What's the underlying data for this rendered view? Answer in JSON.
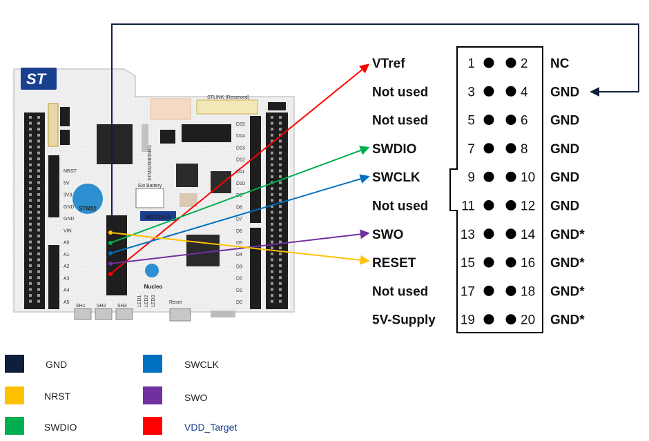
{
  "board": {
    "model_label": "MB1355A",
    "brand_text": "Nucleo",
    "mcu_label": "STM32",
    "chip_marking": "STM32WB55RG",
    "stlink_label": "STLINK (Reserved)",
    "battery_label": "Ext Battery",
    "reset_label": "Reset",
    "buttons": [
      "SH1",
      "SH2",
      "SH3"
    ],
    "leds": [
      "LED1",
      "LED2",
      "LED3"
    ],
    "left_labels": [
      "NRST",
      "5V",
      "3V3",
      "GND",
      "GND",
      "VIN",
      "A0",
      "A1",
      "A2",
      "A3",
      "A4",
      "A5"
    ],
    "right_labels": [
      "D15",
      "D14",
      "D13",
      "D12",
      "D11",
      "D10",
      "D9",
      "D8",
      "D7",
      "D6",
      "D5",
      "D4",
      "D3",
      "D2",
      "D1",
      "D0"
    ]
  },
  "connector": {
    "left_labels": [
      "VTref",
      "Not used",
      "Not used",
      "SWDIO",
      "SWCLK",
      "Not used",
      "SWO",
      "RESET",
      "Not used",
      "5V-Supply"
    ],
    "right_labels": [
      "NC",
      "GND",
      "GND",
      "GND",
      "GND",
      "GND",
      "GND*",
      "GND*",
      "GND*",
      "GND*"
    ],
    "odd_pins": [
      "1",
      "3",
      "5",
      "7",
      "9",
      "11",
      "13",
      "15",
      "17",
      "19"
    ],
    "even_pins": [
      "2",
      "4",
      "6",
      "8",
      "10",
      "12",
      "14",
      "16",
      "18",
      "20"
    ]
  },
  "wires": [
    {
      "signal": "GND",
      "color": "#0d1f3c",
      "from": "board-gnd",
      "to": "GND"
    },
    {
      "signal": "VDD_Target",
      "color": "#ff0000",
      "from": "board",
      "to": "VTref"
    },
    {
      "signal": "SWDIO",
      "color": "#00b050",
      "from": "board",
      "to": "SWDIO"
    },
    {
      "signal": "SWCLK",
      "color": "#0070c0",
      "from": "board",
      "to": "SWCLK"
    },
    {
      "signal": "SWO",
      "color": "#7030a0",
      "from": "board",
      "to": "SWO"
    },
    {
      "signal": "NRST",
      "color": "#ffc000",
      "from": "board",
      "to": "RESET"
    }
  ],
  "legend": [
    {
      "label": "GND",
      "color": "#0d1f3c"
    },
    {
      "label": "SWCLK",
      "color": "#0070c0"
    },
    {
      "label": "NRST",
      "color": "#ffc000"
    },
    {
      "label": "SWO",
      "color": "#7030a0"
    },
    {
      "label": "SWDIO",
      "color": "#00b050"
    },
    {
      "label": "VDD_Target",
      "color": "#ff0000"
    }
  ]
}
